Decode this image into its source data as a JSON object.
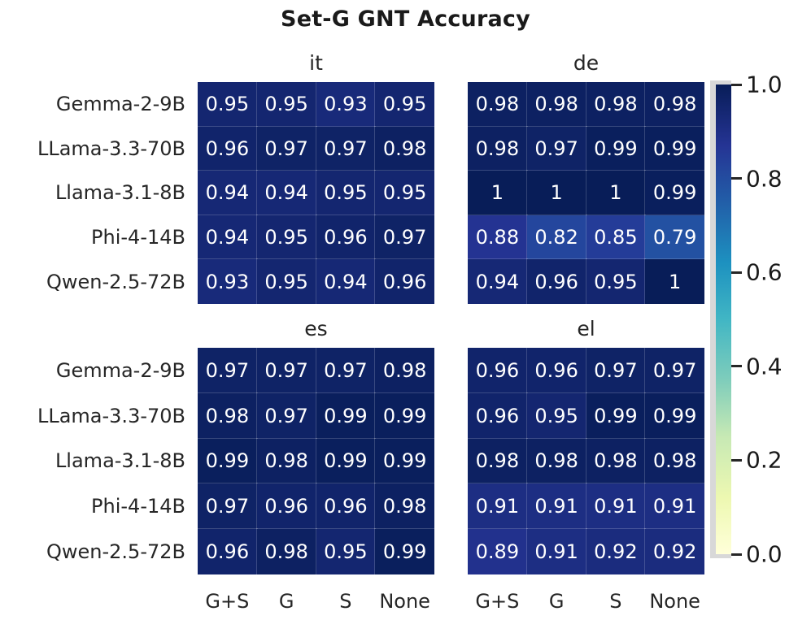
{
  "chart_data": {
    "type": "heatmap",
    "title": "Set-G GNT Accuracy",
    "xlabel": "",
    "ylabel": "",
    "grid": false,
    "colormap": "YlGnBu",
    "colorbar": {
      "position": "right",
      "vmin": 0.0,
      "vmax": 1.0,
      "ticks": [
        1.0,
        0.8,
        0.6,
        0.4,
        0.2,
        0.0
      ],
      "ticklabels": [
        "1.0",
        "0.8",
        "0.6",
        "0.4",
        "0.2",
        "0.0"
      ],
      "stops": [
        {
          "v": 0.0,
          "hex": "#ffffd9"
        },
        {
          "v": 0.125,
          "hex": "#edf8b1"
        },
        {
          "v": 0.25,
          "hex": "#c7e9b4"
        },
        {
          "v": 0.375,
          "hex": "#7fcdbb"
        },
        {
          "v": 0.5,
          "hex": "#41b6c4"
        },
        {
          "v": 0.625,
          "hex": "#1d91c0"
        },
        {
          "v": 0.75,
          "hex": "#225ea8"
        },
        {
          "v": 0.875,
          "hex": "#253494"
        },
        {
          "v": 1.0,
          "hex": "#081d58"
        }
      ]
    },
    "rows": [
      "Gemma-2-9B",
      "LLama-3.3-70B",
      "Llama-3.1-8B",
      "Phi-4-14B",
      "Qwen-2.5-72B"
    ],
    "categories": [
      "G+S",
      "G",
      "S",
      "None"
    ],
    "panels": [
      {
        "name": "it",
        "title": "it",
        "values": [
          [
            0.95,
            0.95,
            0.93,
            0.95
          ],
          [
            0.96,
            0.97,
            0.97,
            0.98
          ],
          [
            0.94,
            0.94,
            0.95,
            0.95
          ],
          [
            0.94,
            0.95,
            0.96,
            0.97
          ],
          [
            0.93,
            0.95,
            0.94,
            0.96
          ]
        ],
        "labels": [
          [
            "0.95",
            "0.95",
            "0.93",
            "0.95"
          ],
          [
            "0.96",
            "0.97",
            "0.97",
            "0.98"
          ],
          [
            "0.94",
            "0.94",
            "0.95",
            "0.95"
          ],
          [
            "0.94",
            "0.95",
            "0.96",
            "0.97"
          ],
          [
            "0.93",
            "0.95",
            "0.94",
            "0.96"
          ]
        ]
      },
      {
        "name": "de",
        "title": "de",
        "values": [
          [
            0.98,
            0.98,
            0.98,
            0.98
          ],
          [
            0.98,
            0.97,
            0.99,
            0.99
          ],
          [
            1.0,
            1.0,
            1.0,
            0.99
          ],
          [
            0.88,
            0.82,
            0.85,
            0.79
          ],
          [
            0.94,
            0.96,
            0.95,
            1.0
          ]
        ],
        "labels": [
          [
            "0.98",
            "0.98",
            "0.98",
            "0.98"
          ],
          [
            "0.98",
            "0.97",
            "0.99",
            "0.99"
          ],
          [
            "1",
            "1",
            "1",
            "0.99"
          ],
          [
            "0.88",
            "0.82",
            "0.85",
            "0.79"
          ],
          [
            "0.94",
            "0.96",
            "0.95",
            "1"
          ]
        ]
      },
      {
        "name": "es",
        "title": "es",
        "values": [
          [
            0.97,
            0.97,
            0.97,
            0.98
          ],
          [
            0.98,
            0.97,
            0.99,
            0.99
          ],
          [
            0.99,
            0.98,
            0.99,
            0.99
          ],
          [
            0.97,
            0.96,
            0.96,
            0.98
          ],
          [
            0.96,
            0.98,
            0.95,
            0.99
          ]
        ],
        "labels": [
          [
            "0.97",
            "0.97",
            "0.97",
            "0.98"
          ],
          [
            "0.98",
            "0.97",
            "0.99",
            "0.99"
          ],
          [
            "0.99",
            "0.98",
            "0.99",
            "0.99"
          ],
          [
            "0.97",
            "0.96",
            "0.96",
            "0.98"
          ],
          [
            "0.96",
            "0.98",
            "0.95",
            "0.99"
          ]
        ]
      },
      {
        "name": "el",
        "title": "el",
        "values": [
          [
            0.96,
            0.96,
            0.97,
            0.97
          ],
          [
            0.96,
            0.95,
            0.99,
            0.99
          ],
          [
            0.98,
            0.98,
            0.98,
            0.98
          ],
          [
            0.91,
            0.91,
            0.91,
            0.91
          ],
          [
            0.89,
            0.91,
            0.92,
            0.92
          ]
        ],
        "labels": [
          [
            "0.96",
            "0.96",
            "0.97",
            "0.97"
          ],
          [
            "0.96",
            "0.95",
            "0.99",
            "0.99"
          ],
          [
            "0.98",
            "0.98",
            "0.98",
            "0.98"
          ],
          [
            "0.91",
            "0.91",
            "0.91",
            "0.91"
          ],
          [
            "0.89",
            "0.91",
            "0.92",
            "0.92"
          ]
        ]
      }
    ]
  },
  "figure": {
    "suptitle": "Set-G GNT Accuracy",
    "text_color": "#262626",
    "annotation_color": "#ffffff",
    "background": "#ffffff"
  }
}
